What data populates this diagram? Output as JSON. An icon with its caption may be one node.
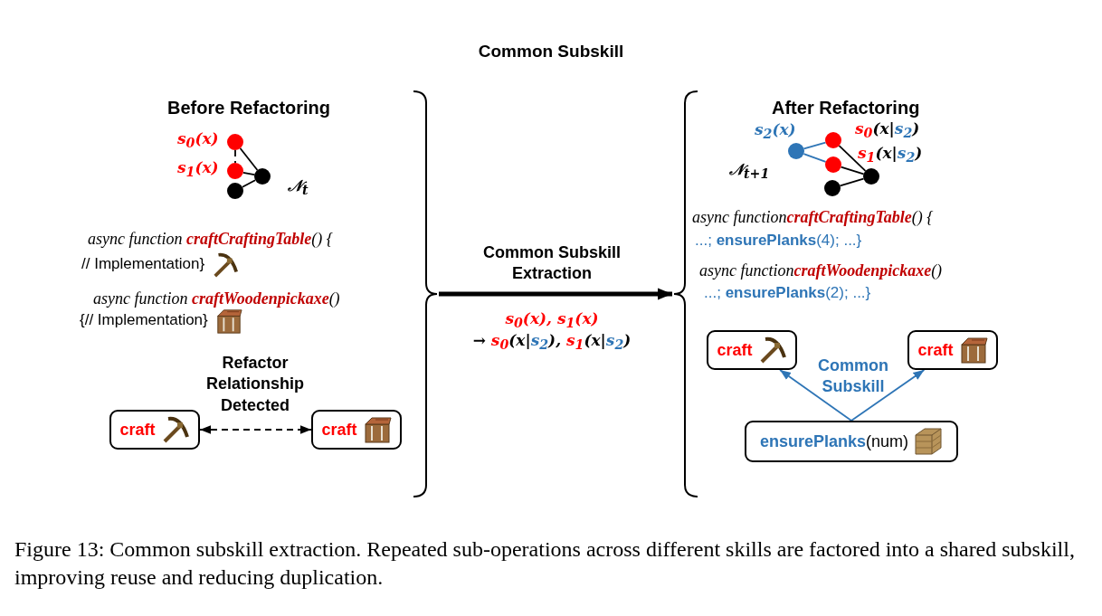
{
  "diagram": {
    "title": "Common Subskill",
    "caption": "Figure 13: Common subskill extraction. Repeated sub-operations across different skills are factored into a shared subskill, improving reuse and reducing duplication.",
    "nodes": [
      {
        "text": [
          "Before Refactoring"
        ]
      },
      {
        "text": [],
        "shape": "circle",
        "in": 0,
        "beside": [
          "s$_{0}$(x)"
        ]
      },
      {
        "text": [],
        "shape": "circle",
        "in": 0,
        "beside": [
          "s$_{1}$(x)"
        ]
      },
      {
        "text": [],
        "shape": "circle",
        "in": 0
      },
      {
        "text": [],
        "shape": "circle",
        "in": 0,
        "beside": [
          "𝒩$_{t}$"
        ]
      },
      {
        "text": [
          "craft"
        ],
        "in": 0
      },
      {
        "text": [
          "craft"
        ],
        "in": 0
      },
      {
        "text": [
          "After Refactoring"
        ]
      },
      {
        "text": [],
        "shape": "circle",
        "in": 7,
        "beside": [
          "s$_{2}$(x)"
        ]
      },
      {
        "text": [],
        "shape": "circle",
        "in": 7,
        "beside": [
          "**s$_{0}$**(x|*s$_{2}$*)"
        ]
      },
      {
        "text": [],
        "shape": "circle",
        "in": 7
      },
      {
        "text": [],
        "shape": "circle",
        "in": 7
      },
      {
        "text": [],
        "shape": "circle",
        "in": 7
      },
      {
        "text": [
          "craft"
        ],
        "in": 7
      },
      {
        "text": [
          "craft"
        ],
        "in": 7
      },
      {
        "text": [
          "**ensurePlanks**(num)"
        ],
        "in": 7
      }
    ],
    "edges": [
      {
        "from": 1,
        "to": 2,
        "arrow": "none",
        "style": "dashed"
      },
      {
        "from": 1,
        "to": 4,
        "arrow": "none"
      },
      {
        "from": 2,
        "to": 4,
        "arrow": "none"
      },
      {
        "from": 3,
        "to": 4,
        "arrow": "none"
      },
      {
        "from": 5,
        "to": 6,
        "arrow": "both",
        "style": "dashed",
        "label": "Refactor Relationship Detected"
      },
      {
        "from": 0,
        "to": 7,
        "arrow": "to",
        "style": "thick",
        "label": "Common Subskill Extraction"
      },
      {
        "from": 8,
        "to": 9,
        "arrow": "none",
        "color": "#2e75b6"
      },
      {
        "from": 8,
        "to": 10,
        "arrow": "none",
        "color": "#2e75b6"
      },
      {
        "from": 9,
        "to": 12,
        "arrow": "none"
      },
      {
        "from": 10,
        "to": 12,
        "arrow": "none"
      },
      {
        "from": 11,
        "to": 12,
        "arrow": "none"
      },
      {
        "from": 15,
        "to": 13,
        "arrow": "to",
        "color": "#2e75b6"
      },
      {
        "from": 15,
        "to": 14,
        "arrow": "to",
        "color": "#2e75b6"
      }
    ],
    "labels": [
      "async function **craftCraftingTable**() {",
      "// Implementation}",
      "async function **craftWoodenpickaxe**()",
      "{// Implementation}",
      "s$_{0}$(x), s$_{1}$(x)",
      "→ **s$_{0}$**(x|*s$_{2}$*), **s$_{1}$**(x|*s$_{2}$*)",
      "**s$_{1}$**(x|*s$_{2}$*)",
      "𝒩$_{t+1}$",
      "async function**craftCraftingTable**() {",
      "...; **ensurePlanks**(4);  ...}",
      "async function**craftWoodenpickaxe**()",
      "...; **ensurePlanks**(2);  ...}",
      "Common Subskill"
    ]
  }
}
